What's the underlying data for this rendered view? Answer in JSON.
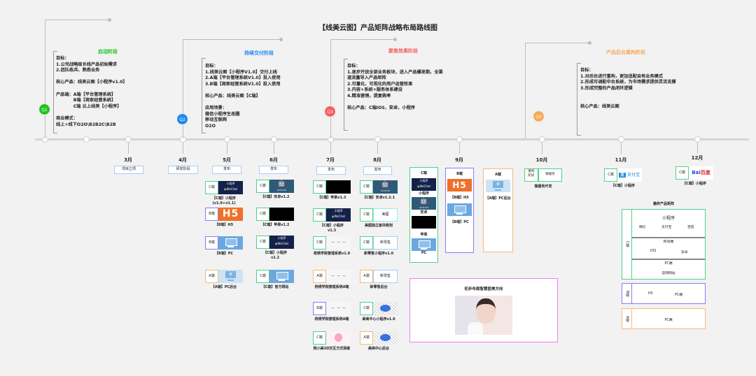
{
  "title": "【线美云图】产品矩阵战略布局路线图",
  "colors": {
    "C": "#4fd18b",
    "B": "#8a7cf0",
    "A": "#f6b87a",
    "q1": "#1fc21f",
    "q2": "#1e88f0",
    "q3": "#f56060",
    "q4": "#f8a85a",
    "medical": "#f07cf0"
  },
  "stages": [
    {
      "q": "Q1",
      "title": "启动阶段",
      "lines": [
        "目标：",
        "1.公司战略级长线产品初始需求",
        "2.团队练兵、熟悉业务",
        "",
        "核心产品：线美云图【小程序v1.0】",
        "",
        "产品端：A端【平台管理系统】",
        "　　　　B端【商家经营系统】",
        "　　　　C端  云上线美【小程序】",
        "",
        "商业模式：",
        "线上+线下O2O\\B2B2C\\B2B"
      ]
    },
    {
      "q": "Q2",
      "title": "持续交付阶段",
      "lines": [
        "目标：",
        "1.线美云图【小程序V1.0】交付上线",
        "2.A端【平台管理系统V1.0】投入使用",
        "3.B端【商家经营系统V1.0】投入使用",
        "",
        "核心产品：线美云图【C端】",
        "",
        "应用场景：",
        "微信小程序生态圈",
        "移动互联网",
        "O2O"
      ]
    },
    {
      "q": "Q3",
      "title": "聚焦效果阶段",
      "lines": [
        "目标：",
        "1.逐步开放全部业务板块，进入产品爆发期，全渠",
        "道流量导入产品矩阵",
        "2.可量化、可视化的用户运营效果",
        "3.内容+系统+服务体系建设",
        "4.精准营销，提复购率",
        "",
        "核心产品：C端IOS，安卓，小程序"
      ]
    },
    {
      "q": "Q4",
      "title": "产品后台重构阶段",
      "lines": [
        "目标：",
        "1.对后台进行重构，更加适配自有业务模式",
        "2.形成可调配中台系统，为市场需求提供灵活支撑",
        "3.形成完整的产品闭环逻辑",
        "",
        "",
        "核心产品：线美云图"
      ]
    }
  ],
  "months": [
    "3月",
    "4月",
    "5月",
    "6月",
    "7月",
    "8月",
    "9月",
    "10月",
    "11月",
    "12月"
  ],
  "month_tags": {
    "m3": "项目立项",
    "m4": "研发阶段",
    "m5": "发布",
    "m6": "发布",
    "m7": "发布",
    "m8": "发布"
  },
  "columns": [
    {
      "month": "5月",
      "cards": [
        {
          "tag": "C端",
          "type": "C",
          "img": "wechat-miniprogram",
          "caption": "【C端】小程序\n(v1.0+v1.1)"
        },
        {
          "tag": "B端",
          "type": "B",
          "img": "h5",
          "caption": "【B端】H5"
        },
        {
          "tag": "B端",
          "type": "B",
          "img": "pc",
          "caption": "【B端】PC"
        },
        {
          "tag": "A端",
          "type": "A",
          "img": "pc-admin",
          "caption": "【A端】PC后台"
        }
      ]
    },
    {
      "month": "6月",
      "cards": [
        {
          "tag": "C端",
          "type": "C",
          "img": "android",
          "caption": "【C端】安卓v1.2"
        },
        {
          "tag": "C端",
          "type": "C",
          "img": "apple",
          "caption": "【C端】苹果v1.2"
        },
        {
          "tag": "C端",
          "type": "C",
          "img": "wechat-miniprogram",
          "caption": "【C端】小程序\nv1.2"
        },
        {
          "tag": "C端",
          "type": "C",
          "img": "pc",
          "caption": "【C端】官方网站"
        }
      ]
    },
    {
      "month": "7月",
      "cards": [
        {
          "tag": "C端",
          "type": "C",
          "img": "apple",
          "caption": "【C端】苹果v1.3"
        },
        {
          "tag": "C端",
          "type": "C",
          "img": "wechat-miniprogram",
          "caption": "【C端】小程序\nv1.3"
        },
        {
          "tag": "C端",
          "type": "C",
          "img": "brand-logo",
          "caption": "校绣学院管理系统v1.0"
        },
        {
          "tag": "A端",
          "type": "A",
          "img": "brand-logo",
          "caption": "校绣学院管理系统A端"
        },
        {
          "tag": "B端",
          "type": "B",
          "img": "brand-logo",
          "caption": "校绣学院管理系统A端"
        },
        {
          "tag": "C端",
          "type": "C",
          "img": "3d-image",
          "caption": "杨小美3D交互方式探索"
        }
      ]
    },
    {
      "month": "8月",
      "cards": [
        {
          "tag": "C端",
          "type": "C",
          "img": "android",
          "caption": "【C端】安卓v1.2.1"
        },
        {
          "tag": "C端",
          "type": "C",
          "img": "text-box",
          "img_text": "美图",
          "caption": "美图独立板块规划"
        },
        {
          "tag": "C端",
          "type": "C",
          "img": "text-box",
          "img_text": "新零售",
          "caption": "新零售小程序v1.0"
        },
        {
          "tag": "A端",
          "type": "A",
          "img": "text-box",
          "img_text": "新零售",
          "caption": "新零售后台"
        },
        {
          "tag": "C端",
          "type": "C",
          "img": "qr-code",
          "caption": "美商中心小程序v1.0"
        },
        {
          "tag": "A端",
          "type": "A",
          "img": "qr-code",
          "caption": "美商中心后台"
        }
      ]
    }
  ],
  "sept": {
    "c_box": {
      "title": "C端",
      "items": [
        "小程序",
        "安卓",
        "苹果",
        "PC"
      ]
    },
    "b_box": {
      "title": "B端",
      "items": [
        "【B端】H5",
        "【B端】PC"
      ]
    },
    "a_box": {
      "title": "A端",
      "items": [
        "【A端】PC后台"
      ]
    }
  },
  "oct": {
    "left": "重构\n阶段",
    "right": "微服务",
    "caption": "微服务开发"
  },
  "nov": {
    "tag": "C端",
    "logo": "支付宝 ALIPAY",
    "caption": "【C端】小程序"
  },
  "dec": {
    "tag": "C端",
    "logo": "Bai百度",
    "caption": "【C端】小程序"
  },
  "medical": {
    "title": "初步布局智慧医美方向"
  },
  "matrix": {
    "title": "最终产品矩阵",
    "c": {
      "side": "C端",
      "mini": "小程序",
      "mini_items": [
        "微信",
        "支付宝",
        "百度"
      ],
      "mobile": "移动端",
      "mobile_items": [
        "IOS",
        "安卓"
      ],
      "pc": "PC端",
      "pc_items": [
        "官网网站"
      ]
    },
    "b": {
      "side": "B端",
      "items": [
        "H5",
        "PC端"
      ]
    },
    "a": {
      "side": "A端",
      "items": [
        "PC端"
      ]
    }
  }
}
